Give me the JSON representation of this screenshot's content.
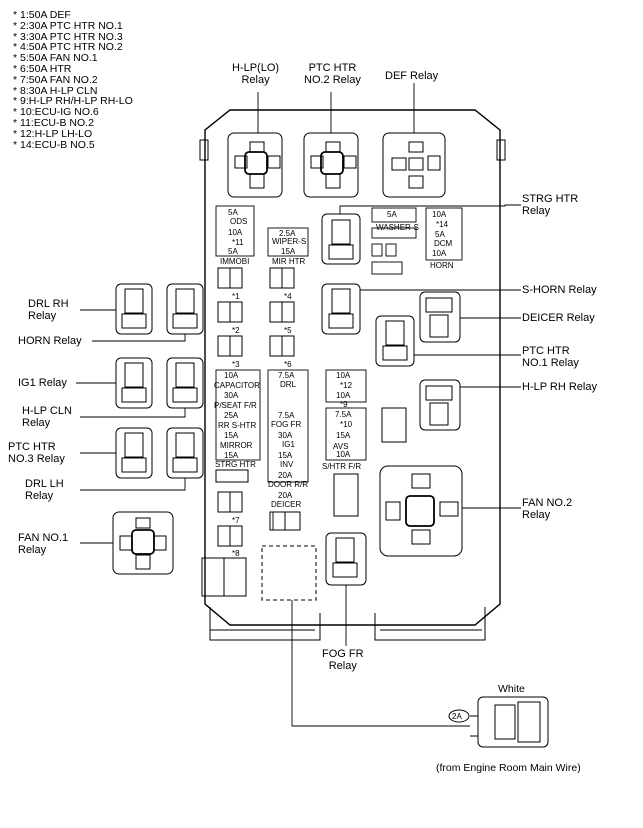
{
  "legend": [
    "* 1:50A DEF",
    "* 2:30A PTC HTR NO.1",
    "* 3:30A PTC HTR NO.3",
    "* 4:50A PTC HTR NO.2",
    "* 5:50A FAN NO.1",
    "* 6:50A HTR",
    "* 7:50A FAN NO.2",
    "* 8:30A H-LP CLN",
    "* 9:H-LP RH/H-LP RH-LO",
    "* 10:ECU-IG NO.6",
    "* 11:ECU-B NO.2",
    "* 12:H-LP LH-LO",
    "* 14:ECU-B NO.5"
  ],
  "relay_labels": {
    "hlp_lo": [
      "H-LP(LO)",
      "Relay"
    ],
    "ptc_htr_no2": [
      "PTC HTR",
      "NO.2 Relay"
    ],
    "def": [
      "DEF Relay"
    ],
    "strg_htr": [
      "STRG HTR",
      "Relay"
    ],
    "s_horn": [
      "S-HORN Relay"
    ],
    "deicer": [
      "DEICER Relay"
    ],
    "ptc_htr_no1": [
      "PTC HTR",
      "NO.1 Relay"
    ],
    "hlp_rh": [
      "H-LP RH Relay"
    ],
    "fan_no2": [
      "FAN NO.2",
      "Relay"
    ],
    "drl_rh": [
      "DRL RH",
      "Relay"
    ],
    "horn": [
      "HORN Relay"
    ],
    "ig1": [
      "IG1 Relay"
    ],
    "hlp_cln": [
      "H-LP CLN",
      "Relay"
    ],
    "ptc_htr_no3": [
      "PTC HTR",
      "NO.3 Relay"
    ],
    "drl_lh": [
      "DRL LH",
      "Relay"
    ],
    "fan_no1": [
      "FAN NO.1",
      "Relay"
    ],
    "fog_fr": [
      "FOG FR",
      "Relay"
    ]
  },
  "fuse_labels": {
    "ods": "ODS",
    "immobi": "IMMOBI",
    "wiper_s": "WIPER-S",
    "mir_htr": "MIR HTR",
    "washer_s": "WASHER-S",
    "dcm": "DCM",
    "horn": "HORN",
    "capacitor": "CAPACITOR",
    "p_seat_fr": "P/SEAT F/R",
    "drl": "DRL",
    "rr_s_htr": "RR S-HTR",
    "fog_fr": "FOG FR",
    "mirror": "MIRROR",
    "ig1": "IG1",
    "strg_htr": "STRG HTR",
    "inv": "INV",
    "avs": "AVS",
    "s_htr_fr": "S/HTR F/R",
    "door_rr": "DOOR R/R",
    "deicer": "DEICER"
  },
  "fuse_ratings": {
    "ods_top": "5A",
    "ods_mid": "10A",
    "ods_bot": "5A",
    "wiper": "2.5A",
    "mir": "15A",
    "washer": "5A",
    "dcm_top": "10A",
    "dcm_mid": "5A",
    "dcm_bot": "10A",
    "capacitor": "10A",
    "p_seat": "30A",
    "drl": "7.5A",
    "rr_s_htr": "25A",
    "fog_fr": "7.5A",
    "mirror": "15A",
    "ig1": "30A",
    "strg_htr": "15A",
    "inv": "15A",
    "door_rr": "20A",
    "deicer": "20A",
    "s12_top": "10A",
    "s12_bot": "10A",
    "avs_top": "7.5A",
    "avs_mid": "15A",
    "avs_bot": "10A"
  },
  "markers": {
    "m1": "*1",
    "m2": "*2",
    "m3": "*3",
    "m4": "*4",
    "m5": "*5",
    "m6": "*6",
    "m7": "*7",
    "m8": "*8",
    "m10": "*10",
    "m11": "*11",
    "m12": "*12",
    "m14": "*14",
    "m9": "*9"
  },
  "connector": {
    "code": "2A",
    "color": "White",
    "source": "(from Engine Room Main Wire)"
  }
}
